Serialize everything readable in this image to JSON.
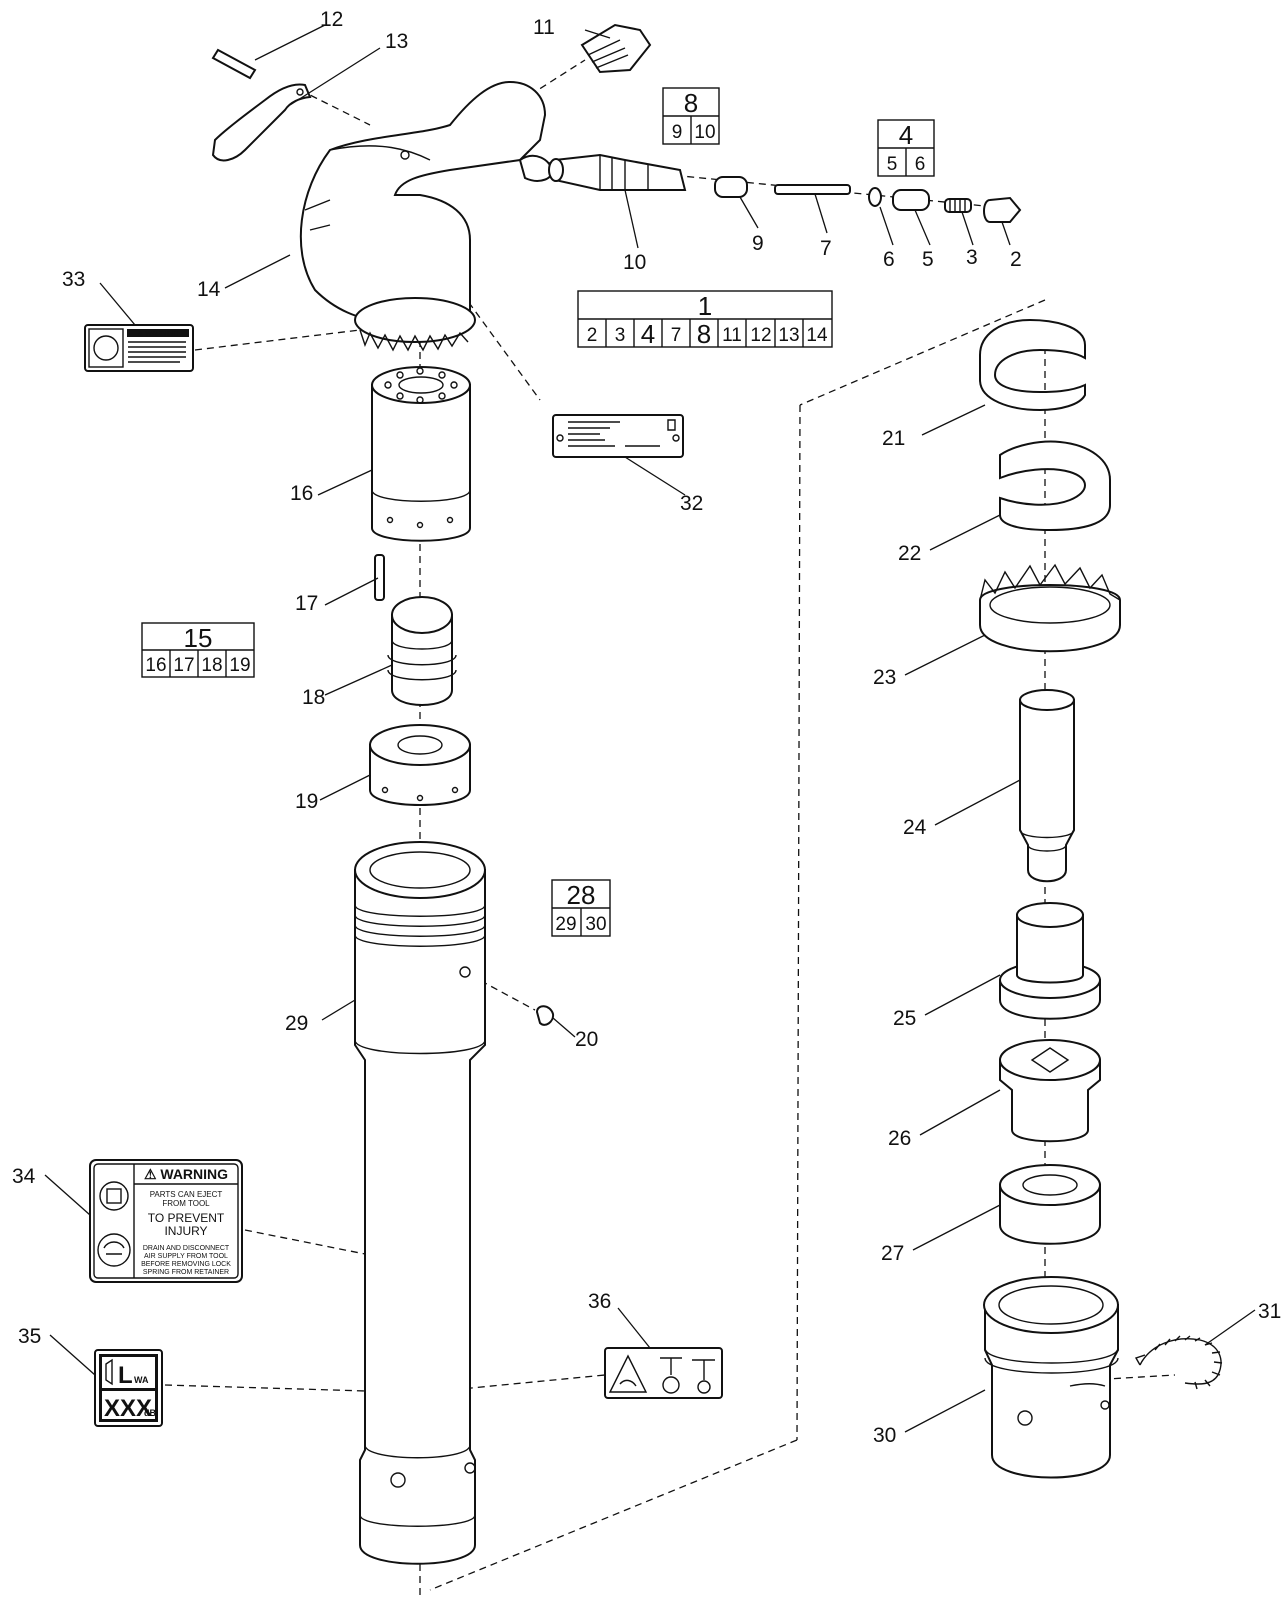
{
  "callouts": {
    "c2": "2",
    "c3": "3",
    "c5": "5",
    "c6": "6",
    "c7": "7",
    "c9": "9",
    "c10": "10",
    "c11": "11",
    "c12": "12",
    "c13": "13",
    "c14": "14",
    "c16": "16",
    "c17": "17",
    "c18": "18",
    "c19": "19",
    "c20": "20",
    "c21": "21",
    "c22": "22",
    "c23": "23",
    "c24": "24",
    "c25": "25",
    "c26": "26",
    "c27": "27",
    "c29": "29",
    "c30": "30",
    "c31": "31",
    "c32": "32",
    "c33": "33",
    "c34": "34",
    "c35": "35",
    "c36": "36"
  },
  "kits": {
    "k8": {
      "header": "8",
      "items": [
        "9",
        "10"
      ]
    },
    "k4": {
      "header": "4",
      "items": [
        "5",
        "6"
      ]
    },
    "k1": {
      "header": "1",
      "items": [
        "2",
        "3",
        "4",
        "7",
        "8",
        "11",
        "12",
        "13",
        "14"
      ]
    },
    "k15": {
      "header": "15",
      "items": [
        "16",
        "17",
        "18",
        "19"
      ]
    },
    "k28": {
      "header": "28",
      "items": [
        "29",
        "30"
      ]
    }
  },
  "labels": {
    "warning34": {
      "title": "⚠ WARNING",
      "line1": "PARTS CAN EJECT",
      "line2": "FROM TOOL",
      "big1": "TO PREVENT",
      "big2": "INJURY",
      "small1": "DRAIN AND DISCONNECT",
      "small2": "AIR SUPPLY FROM TOOL",
      "small3": "BEFORE REMOVING LOCK",
      "small4": "SPRING FROM RETAINER"
    },
    "warning33": {
      "title": "⚠ WARNING"
    },
    "sound35": {
      "lwa": "L",
      "lwa_sub": "WA",
      "value": "XXX",
      "unit": "dB"
    }
  }
}
